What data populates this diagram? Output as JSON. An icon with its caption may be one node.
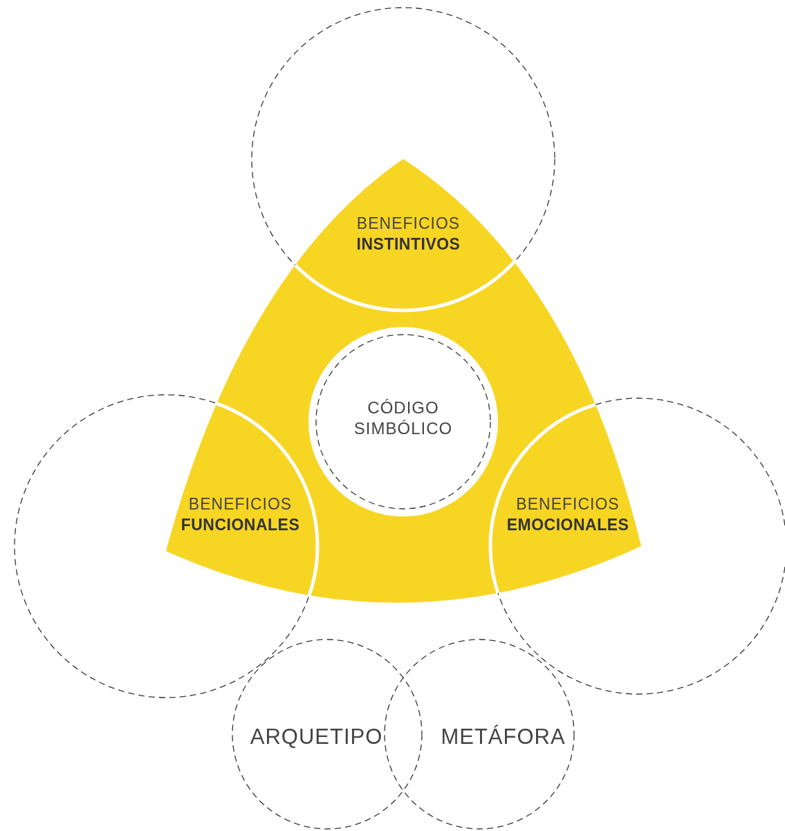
{
  "diagram": {
    "nodes": [
      {
        "text": [],
        "shape": "triangle"
      },
      {
        "text": [
          "BENEFICIOS",
          "INSTINTIVOS"
        ]
      },
      {
        "text": [
          "BENEFICIOS",
          "FUNCIONALES"
        ]
      },
      {
        "text": [
          "BENEFICIOS",
          "EMOCIONALES"
        ]
      },
      {
        "text": [
          "CÓDIGO SIMBÓLICO"
        ],
        "in": 0
      },
      {
        "text": [
          "ARQUETIPO"
        ]
      },
      {
        "text": [
          "METÁFORA"
        ]
      }
    ]
  }
}
